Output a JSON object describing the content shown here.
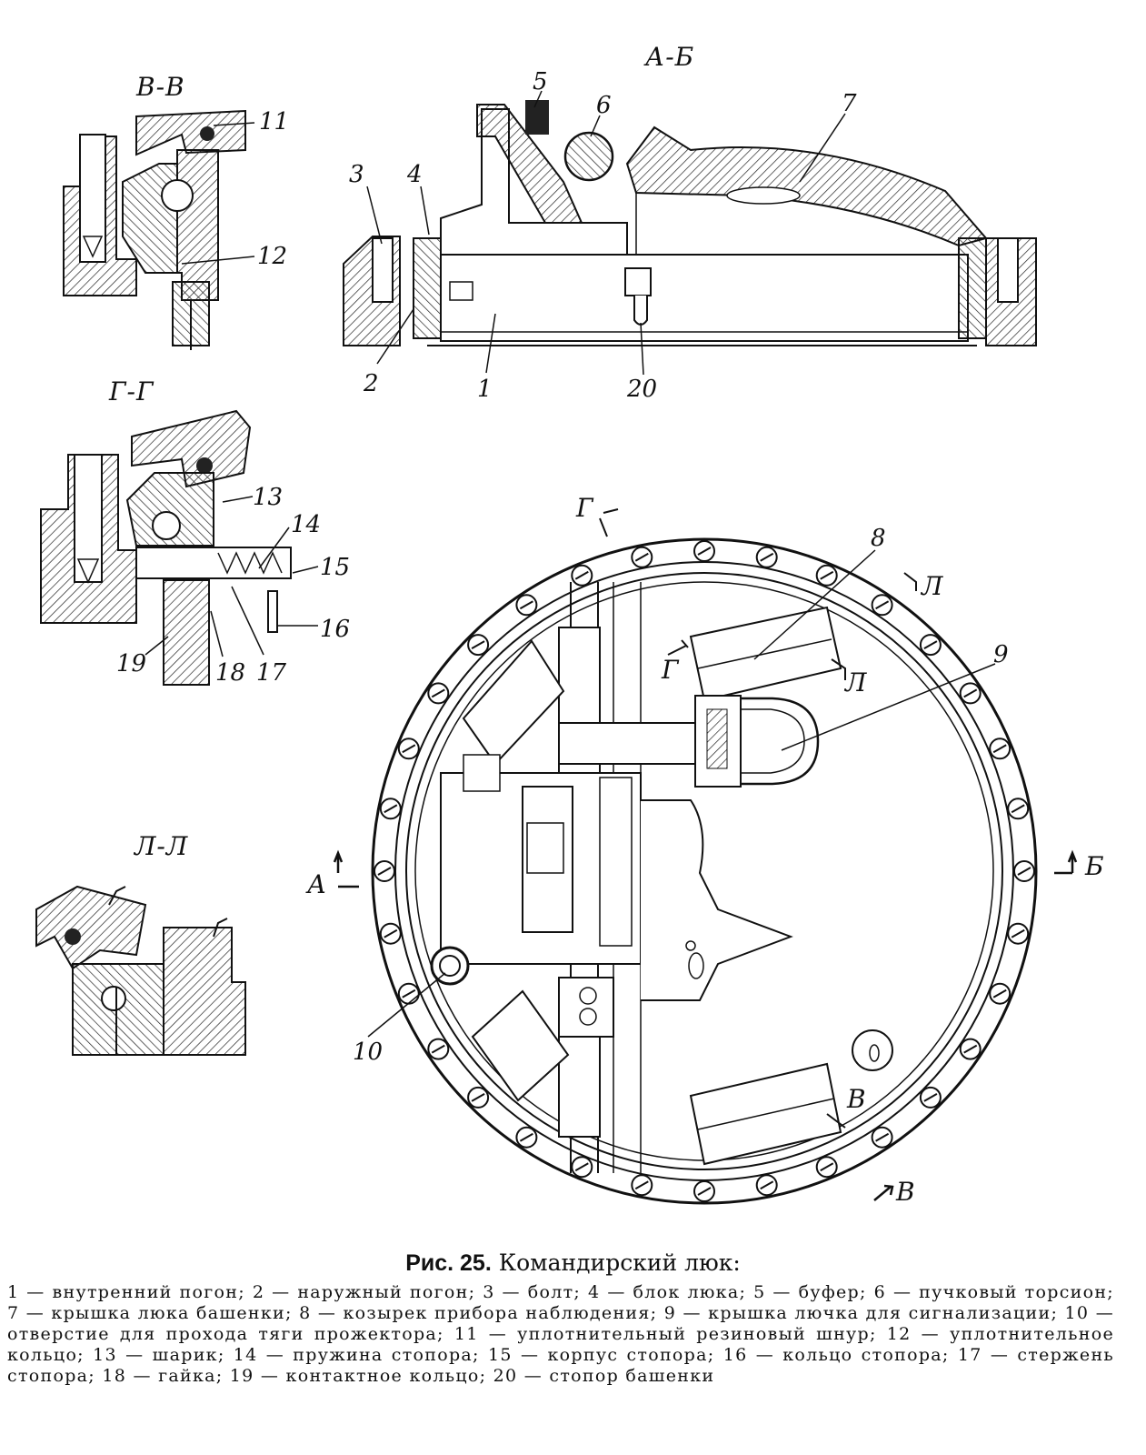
{
  "views": {
    "vv_title": "В-В",
    "ab_title": "А-Б",
    "gg_title": "Г-Г",
    "ll_title": "Л-Л"
  },
  "section_marks": {
    "a": "А",
    "b": "Б",
    "g1": "Г",
    "g2": "Г",
    "l1": "Л",
    "l2": "Л",
    "v1": "В",
    "v2": "В"
  },
  "callouts": [
    "1",
    "2",
    "3",
    "4",
    "5",
    "6",
    "7",
    "8",
    "9",
    "10",
    "11",
    "12",
    "13",
    "14",
    "15",
    "16",
    "17",
    "18",
    "19",
    "20"
  ],
  "caption": {
    "fig_number": "Рис. 25.",
    "fig_title": "Командирский люк:"
  },
  "legend_items": [
    "1 — внутренний погон;",
    "2 — наружный погон;",
    "3 — болт;",
    "4 — блок люка;",
    "5 — буфер;",
    "6 — пучковый торсион;",
    "7 — крышка люка башенки;",
    "8 — козырек прибора наблюдения;",
    "9 — крышка лючка для сигнализации;",
    "10 — отверстие для прохода тяги прожектора;",
    "11 — уплотнительный резиновый шнур;",
    "12 — уплотнительное кольцо;",
    "13 — шарик;",
    "14 — пружина стопора;",
    "15 — корпус стопора;",
    "16 — кольцо стопора;",
    "17 — стержень стопора;",
    "18 — гайка;",
    "19 — контактное кольцо;",
    "20 — стопор башенки"
  ]
}
